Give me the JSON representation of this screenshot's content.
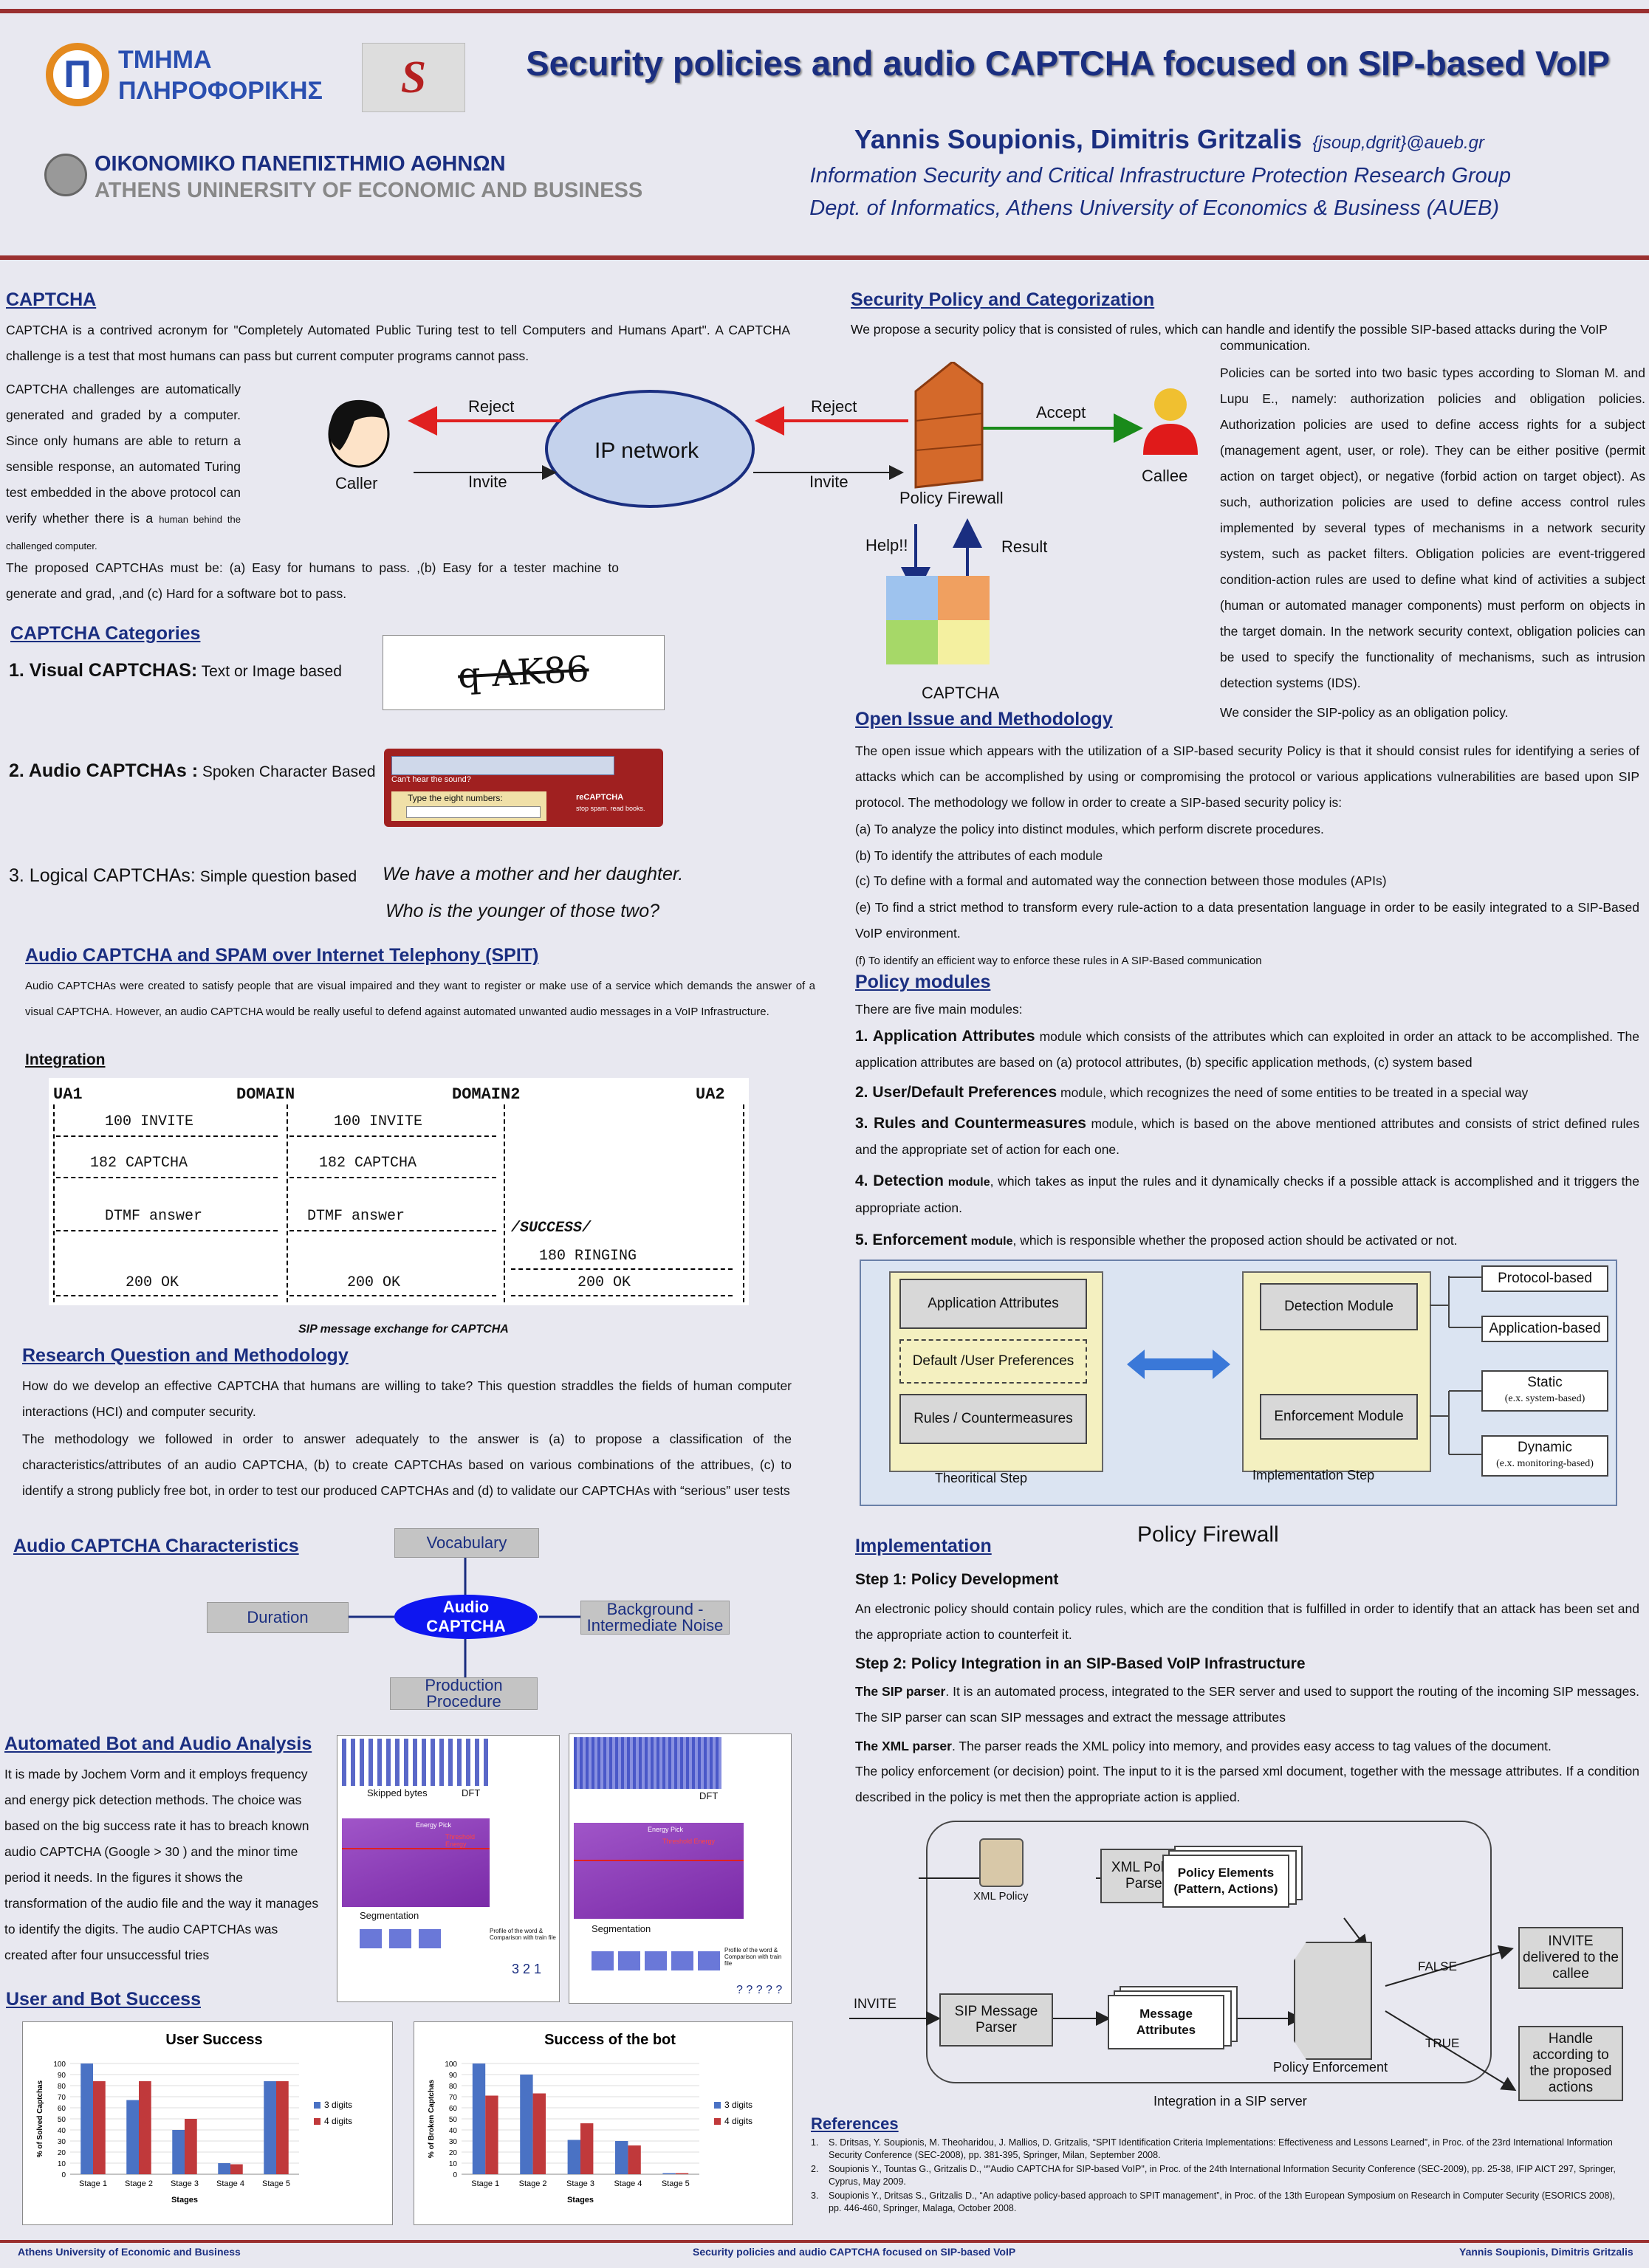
{
  "header": {
    "dept_name_l1": "ΤΜΗΜΑ",
    "dept_name_l2": "ΠΛΗΡΟΦΟΡΙΚΗΣ",
    "dept_logo_letter": "Π",
    "cs_logo_text": "S",
    "uni_greek": "ΟΙΚΟΝΟΜΙΚΟ ΠΑΝΕΠΙΣΤΗΜΙΟ ΑΘΗΝΩΝ",
    "uni_english": "ATHENS UNINERSITY OF ECONOMIC AND BUSINESS",
    "title": "Security policies and audio CAPTCHA focused on SIP-based VoIP",
    "authors": "Yannis Soupionis, Dimitris Gritzalis",
    "email": "{jsoup,dgrit}@aueb.gr",
    "group": "Information Security and Critical Infrastructure Protection Research Group",
    "dept": "Dept. of Informatics, Athens University of Economics & Business (AUEB)"
  },
  "captcha": {
    "heading": "CAPTCHA",
    "intro": "CAPTCHA is a contrived acronym for \"Completely Automated Public Turing test to tell Computers and Humans Apart\". A CAPTCHA challenge is a test that most humans can pass but current computer programs cannot pass.",
    "left_text": "CAPTCHA challenges are automatically generated and graded by a computer. Since only humans are able to return a sensible response, an automated Turing test embedded in the above protocol can verify whether there is a",
    "left_text_small": "human behind the challenged computer.",
    "must_be": "The proposed CAPTCHAs must be: (a)   Easy for humans to pass. ,(b)   Easy for a tester machine to generate and grad, ,and (c) Hard for a software bot to pass."
  },
  "network_diagram": {
    "caller": "Caller",
    "ip_network": "IP network",
    "reject1": "Reject",
    "invite1": "Invite",
    "reject2": "Reject",
    "invite2": "Invite",
    "accept": "Accept",
    "callee": "Callee",
    "firewall": "Policy Firewall",
    "help": "Help!!",
    "result": "Result",
    "captcha": "CAPTCHA"
  },
  "categories": {
    "heading": "CAPTCHA Categories",
    "visual_label": "1. Visual CAPTCHAS:",
    "visual_desc": "Text or Image based",
    "visual_sample": "q AK86",
    "audio_label": "2. Audio  CAPTCHAs :",
    "audio_desc": "Spoken Character Based",
    "audio_widget_hear": "Can't hear the sound?",
    "audio_widget_prompt": "Type the eight numbers:",
    "audio_widget_brand": "reCAPTCHA",
    "audio_widget_tag": "stop spam. read books.",
    "logical_label": "3. Logical CAPTCHAs:",
    "logical_desc": "Simple question based",
    "logical_q1": "We have a mother and her daughter.",
    "logical_q2": "Who is the younger of those two?"
  },
  "spit": {
    "heading": "Audio CAPTCHA and SPAM over Internet Telephony (SPIT)",
    "text": "Audio CAPTCHAs were created to satisfy people that are visual impaired and they want to register or make use of a service which demands the answer of a visual CAPTCHA. However, an audio CAPTCHA would be really useful to defend against automated unwanted audio messages in a VoIP Infrastructure.",
    "integration": "Integration",
    "sip_ua1": "UA1",
    "sip_domain": "DOMAIN",
    "sip_domain2": "DOMAIN2",
    "sip_ua2": "UA2",
    "sip_invite_a": "100 INVITE",
    "sip_invite_b": "100 INVITE",
    "sip_captcha_a": "182 CAPTCHA",
    "sip_captcha_b": "182 CAPTCHA",
    "sip_dtmf_a": "DTMF answer",
    "sip_dtmf_b": "DTMF answer",
    "sip_success": "/SUCCESS/",
    "sip_ringing": "180 RINGING",
    "sip_ok_a": "200 OK",
    "sip_ok_b": "200 OK",
    "sip_ok_c": "200 OK",
    "caption": "SIP message exchange for CAPTCHA"
  },
  "research": {
    "heading": "Research Question and Methodology",
    "p1": "How do we develop an effective CAPTCHA that humans are willing to take? This question straddles the fields of human computer interactions (HCI) and computer security.",
    "p2": "The methodology we followed in order to answer adequately to the answer is (a) to propose a classification of the characteristics/attributes of an audio CAPTCHA, (b) to create CAPTCHAs based on various combinations of the attribues, (c) to identify a strong publicly free bot, in order to test our produced CAPTCHAs and (d) to validate our CAPTCHAs with “serious” user tests"
  },
  "characteristics": {
    "heading": "Audio CAPTCHA Characteristics",
    "vocabulary": "Vocabulary",
    "duration": "Duration",
    "center": "Audio CAPTCHA",
    "noise": "Background - Intermediate Noise",
    "production": "Production Procedure"
  },
  "bot": {
    "heading": "Automated Bot and Audio Analysis",
    "text": "It is made by Jochem Vorm and it employs frequency and energy pick detection methods. The choice was based on the big success rate it has to breach known audio CAPTCHA (Google > 30 ) and the minor time period it needs. In the figures it shows the transformation of the audio file and the way it manages to identify the digits. The audio CAPTCHAs was created after four unsuccessful tries",
    "skipped": "Skipped bytes",
    "dft1": "DFT",
    "dft2": "DFT",
    "energy_pick1": "Energy Pick",
    "threshold1": "Threshold Energy",
    "energy_pick2": "Energy Pick",
    "threshold2": "Threshold Energy",
    "segmentation1": "Segmentation",
    "segmentation2": "Segmentation",
    "profile1": "Profile of the word & Comparison with train file",
    "profile2": "Profile of the word & Comparison with train file",
    "result1": "3 2 1",
    "result2": "? ? ? ? ?"
  },
  "success": {
    "heading": "User and Bot Success",
    "stages": [
      "Stage 1",
      "Stage 2",
      "Stage 3",
      "Stage 4",
      "Stage 5"
    ],
    "y_ticks": [
      "0",
      "10",
      "20",
      "30",
      "40",
      "50",
      "60",
      "70",
      "80",
      "90",
      "100"
    ],
    "xlabel": "Stages",
    "legend_3": "3 digits",
    "legend_4": "4 digits"
  },
  "chart_data": [
    {
      "type": "bar",
      "title": "User Success",
      "categories": [
        "Stage 1",
        "Stage 2",
        "Stage 3",
        "Stage 4",
        "Stage 5"
      ],
      "series": [
        {
          "name": "3 digits",
          "values": [
            100,
            67,
            40,
            10,
            84
          ]
        },
        {
          "name": "4 digits",
          "values": [
            84,
            84,
            50,
            9,
            84
          ]
        }
      ],
      "xlabel": "Stages",
      "ylabel": "% of Solved Captchas",
      "ylim": [
        0,
        100
      ],
      "legend": "right",
      "colors": [
        "#4a72c4",
        "#c0393b"
      ]
    },
    {
      "type": "bar",
      "title": "Success of the bot",
      "categories": [
        "Stage 1",
        "Stage 2",
        "Stage 3",
        "Stage 4",
        "Stage 5"
      ],
      "series": [
        {
          "name": "3 digits",
          "values": [
            100,
            90,
            31,
            30,
            1
          ]
        },
        {
          "name": "4 digits",
          "values": [
            71,
            73,
            46,
            26,
            1
          ]
        }
      ],
      "xlabel": "Stages",
      "ylabel": "% of Broken Captchas",
      "ylim": [
        0,
        100
      ],
      "legend": "right",
      "colors": [
        "#4a72c4",
        "#c0393b"
      ]
    }
  ],
  "policy": {
    "heading": "Security Policy and Categorization",
    "intro_line1": "We propose a security policy that is consisted of rules, which can handle and identify the possible SIP-based attacks during the VoIP",
    "intro_line2": "communication.",
    "text": "Policies can be sorted into two basic types according to Sloman M. and Lupu E., namely:  authorization policies and obligation policies. Authorization policies are used to define access rights for a subject (management agent, user, or role). They can be either positive (permit action on target object), or negative (forbid action on target object). As such, authorization policies are used to define access control rules implemented by several types of mechanisms in a network security system, such as packet filters. Obligation policies are event-triggered condition-action rules are used to define what kind of activities a subject (human or automated manager components) must perform on objects in the target domain. In the network security context, obligation policies can be used to specify the functionality of mechanisms, such as intrusion detection systems (IDS).",
    "consider": "We consider the SIP-policy as an obligation policy."
  },
  "open_issue": {
    "heading": "Open Issue  and Methodology",
    "text": "The open issue which appears with the utilization of a SIP-based security Policy is that it should consist rules for identifying a series of attacks which can be accomplished by using or compromising the protocol or various applications vulnerabilities are based upon SIP protocol. The methodology we follow in order to create a SIP-based security policy is:",
    "a": "(a) To analyze the policy into distinct modules, which perform discrete procedures.",
    "b": "(b) To identify the attributes of each module",
    "c": "(c) To define with a formal and automated way the connection between those modules (APIs)",
    "e": "(e) To find a strict method to transform every rule-action to a data presentation language in order to be easily integrated to  a SIP-Based VoIP environment.",
    "f": "(f) To identify an efficient way to enforce these rules in  A SIP-Based communication"
  },
  "modules": {
    "heading": "Policy modules",
    "intro": "There are five main modules:",
    "m1_title": "1. Application Attributes",
    "m1_text": "module which consists of the attributes which can exploited in order an attack to be accomplished. The application attributes are based on (a) protocol attributes, (b) specific application methods, (c) system based",
    "m2_title": "2. User/Default Preferences",
    "m2_text": "module, which recognizes the need of some entities to be treated in a special way",
    "m3_title": "3. Rules and Countermeasures",
    "m3_text": "module, which is based on the above mentioned attributes and consists of strict defined rules and the appropriate set of action for each one.",
    "m4_title": "4. Detection",
    "m4_mod": "module",
    "m4_text": ", which takes as input the rules and it dynamically checks if a possible attack is accomplished and it triggers the appropriate action.",
    "m5_title": "5. Enforcement",
    "m5_mod": "module",
    "m5_text": ", which is responsible whether the proposed action should be activated or not."
  },
  "firewall_diagram": {
    "app_attr": "Application Attributes",
    "default_pref": "Default /User Preferences",
    "rules": "Rules / Countermeasures",
    "detection": "Detection Module",
    "enforcement": "Enforcement Module",
    "protocol": "Protocol-based",
    "application": "Application-based",
    "static": "Static",
    "static_ex": "(e.x. system-based)",
    "dynamic": "Dynamic",
    "dynamic_ex": "(e.x. monitoring-based)",
    "theoretical": "Theoritical Step",
    "implementation": "Implementation Step",
    "title": "Policy Firewall"
  },
  "implementation": {
    "heading": "Implementation",
    "step1": "Step 1: Policy Development",
    "step1_text": "An electronic policy should contain policy rules, which are the condition that is fulfilled in order to identify that an attack has been set and the appropriate action to counterfeit it.",
    "step2": "Step 2: Policy Integration in an SIP-Based VoIP Infrastructure",
    "sip_parser_label": "The SIP parser",
    "sip_parser_text": ". It is an automated process, integrated to the SER server and used to support the routing of the incoming SIP messages. The SIP parser can scan SIP messages and extract the message attributes",
    "xml_parser_label": "The XML parser",
    "xml_parser_text": ". The parser reads the XML policy into memory, and provides easy  access to tag values of the document.",
    "enforcement_text": "The policy enforcement (or decision) point. The input to it is the parsed xml document, together with the message attributes. If a condition described in the policy is met then the appropriate action is applied."
  },
  "sip_diagram": {
    "xml_policy": "XML Policy",
    "xml_parser": "XML Policy Parser",
    "policy_elements": "Policy Elements (Pattern, Actions)",
    "invite": "INVITE",
    "sip_parser": "SIP Message Parser",
    "message_attributes": "Message Attributes",
    "enforcement": "Policy Enforcement",
    "false": "FALSE",
    "true": "TRUE",
    "invite_delivered": "INVITE delivered to the callee",
    "handle": "Handle according to the proposed actions",
    "caption": "Integration in a SIP server"
  },
  "references": {
    "heading": "References",
    "r1": "S. Dritsas, Y. Soupionis, M. Theoharidou, J. Mallios, D. Gritzalis, “SPIT Identification Criteria Implementations: Effectiveness and Lessons Learned”, in Proc. of the 23rd International Information Security Conference (SEC-2008), pp. 381-395, Springer, Milan, September 2008.",
    "r2": "Soupionis Y., Tountas G., Gritzalis D., “\"Audio CAPTCHA for SIP-based VoIP\", in Proc. of the 24th International Information Security Conference (SEC-2009), pp. 25-38, IFIP AICT 297, Springer, Cyprus, May 2009.",
    "r3": "Soupionis Y., Dritsas S., Gritzalis D., “An adaptive policy-based approach to SPIT management”, in Proc. of the 13th European Symposium on Research in Computer Security (ESORICS 2008), pp. 446-460, Springer, Malaga, October 2008."
  },
  "footer": {
    "left": "Athens University of Economic and Business",
    "center": "Security policies and audio CAPTCHA focused on SIP-based VoIP",
    "right": "Yannis Soupionis, Dimitris Gritzalis"
  },
  "colors": {
    "accent": "#9a3030",
    "heading": "#1a2e80",
    "series3": "#4a72c4",
    "series4": "#c0393b"
  }
}
